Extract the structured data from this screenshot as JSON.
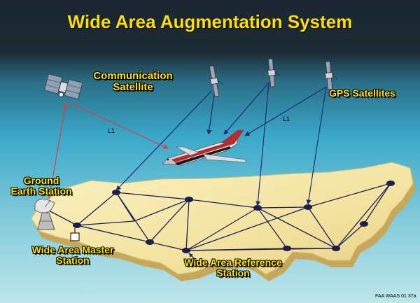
{
  "title": "Wide Area Augmentation System",
  "labels": {
    "communication_satellite": "Communication Satellite",
    "gps_satellites": "GPS Satellites",
    "ground_earth_station": "Ground Earth Station",
    "wide_area_master_station": "Wide Area Master Station",
    "wide_area_reference_station": "Wide Area Reference Station",
    "l1_left": "L1",
    "l1_right": "L1"
  },
  "footer_code": "FAA WAAS 01 37a",
  "colors": {
    "sky_top": "#1b2630",
    "sky_mid": "#3aa8c9",
    "sky_light": "#a6dde6",
    "land": "#f3e6a8",
    "land_edge": "#c7a85a",
    "title": "#ffde00",
    "label": "#ffe600",
    "signal_red": "#e23b3b",
    "signal_blue": "#1d2a7a",
    "network_line": "#1b1f5a",
    "node": "#1b1f4a"
  }
}
